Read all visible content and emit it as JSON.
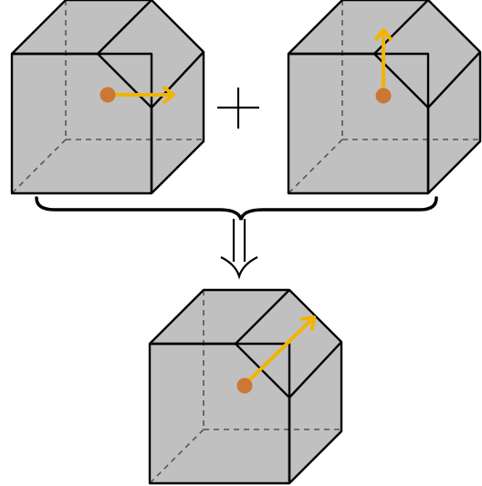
{
  "diagram": {
    "face_fill": "#c0c0c0",
    "edge_color": "#000000",
    "hidden_edge_color": "#555555",
    "arrow_color": "#f2b400",
    "dot_color": "#cc7733",
    "operators": [
      "plus",
      "brace",
      "implies"
    ],
    "panels": [
      {
        "role": "addend",
        "vector": "horizontal"
      },
      {
        "role": "addend",
        "vector": "vertical"
      },
      {
        "role": "result",
        "vector": "diagonal"
      }
    ]
  }
}
